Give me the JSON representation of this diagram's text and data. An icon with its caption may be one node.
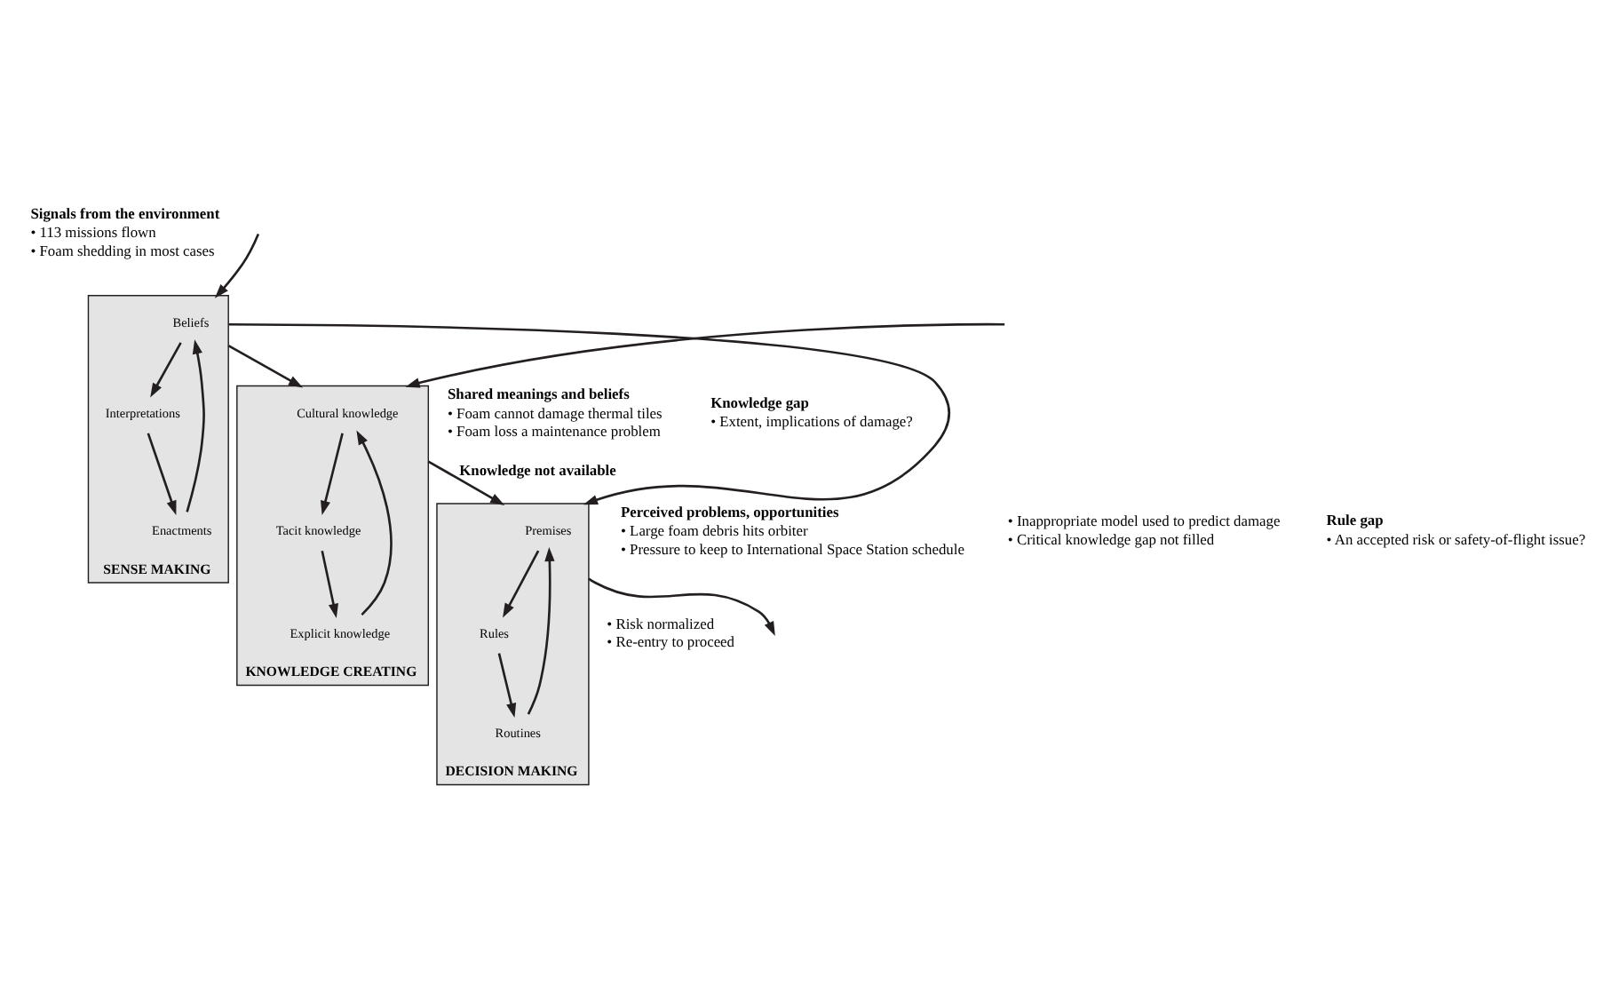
{
  "diagram": {
    "nodes": [
      {
        "text": [
          "SENSE MAKING"
        ]
      },
      {
        "text": [
          "Beliefs"
        ],
        "in": 0
      },
      {
        "text": [
          "Interpretations"
        ],
        "in": 0
      },
      {
        "text": [
          "Enactments"
        ],
        "in": 0
      },
      {
        "text": [
          "KNOWLEDGE CREATING"
        ]
      },
      {
        "text": [
          "Cultural knowledge"
        ],
        "in": 4
      },
      {
        "text": [
          "Tacit knowledge"
        ],
        "in": 4
      },
      {
        "text": [
          "Explicit knowledge"
        ],
        "in": 4
      },
      {
        "text": [
          "DECISION MAKING"
        ]
      },
      {
        "text": [
          "Premises"
        ],
        "in": 8
      },
      {
        "text": [
          "Rules"
        ],
        "in": 8
      },
      {
        "text": [
          "Routines"
        ],
        "in": 8
      }
    ],
    "edges": [
      {
        "from": null,
        "to": 0,
        "arrow": "to"
      },
      {
        "from": 3,
        "to": 1,
        "arrow": "to"
      },
      {
        "from": 1,
        "to": 2,
        "arrow": "to"
      },
      {
        "from": 2,
        "to": 3,
        "arrow": "to"
      },
      {
        "from": 0,
        "to": 4,
        "arrow": "to"
      },
      {
        "from": 0,
        "to": 8,
        "arrow": "to"
      },
      {
        "from": 5,
        "to": 6,
        "arrow": "to"
      },
      {
        "from": 6,
        "to": 7,
        "arrow": "to"
      },
      {
        "from": 7,
        "to": 5,
        "arrow": "to"
      },
      {
        "from": 9,
        "to": 10,
        "arrow": "to"
      },
      {
        "from": 10,
        "to": 11,
        "arrow": "to"
      },
      {
        "from": 11,
        "to": 9,
        "arrow": "to"
      },
      {
        "from": null,
        "to": 4,
        "arrow": "to"
      },
      {
        "from": 4,
        "to": 8,
        "arrow": "to",
        "label": "Knowledge not available"
      },
      {
        "from": 8,
        "to": null,
        "arrow": "to"
      }
    ],
    "labels": [
      "Signals from the environment",
      "• 113 missions flown",
      "• Foam shedding in most cases",
      "Perceived problems, opportunities",
      "• Large foam debris hits orbiter",
      "• Pressure to keep to International Space Station schedule",
      "Shared meanings and beliefs",
      "• Foam cannot damage thermal tiles",
      "• Foam loss a maintenance problem",
      "Knowledge gap",
      "• Extent, implications of damage?",
      "Rule gap",
      "• An accepted risk or safety-of-flight issue?",
      "• Inappropriate model used to predict damage",
      "• Critical knowledge gap not filled",
      "• Risk normalized",
      "• Re-entry to proceed"
    ]
  }
}
